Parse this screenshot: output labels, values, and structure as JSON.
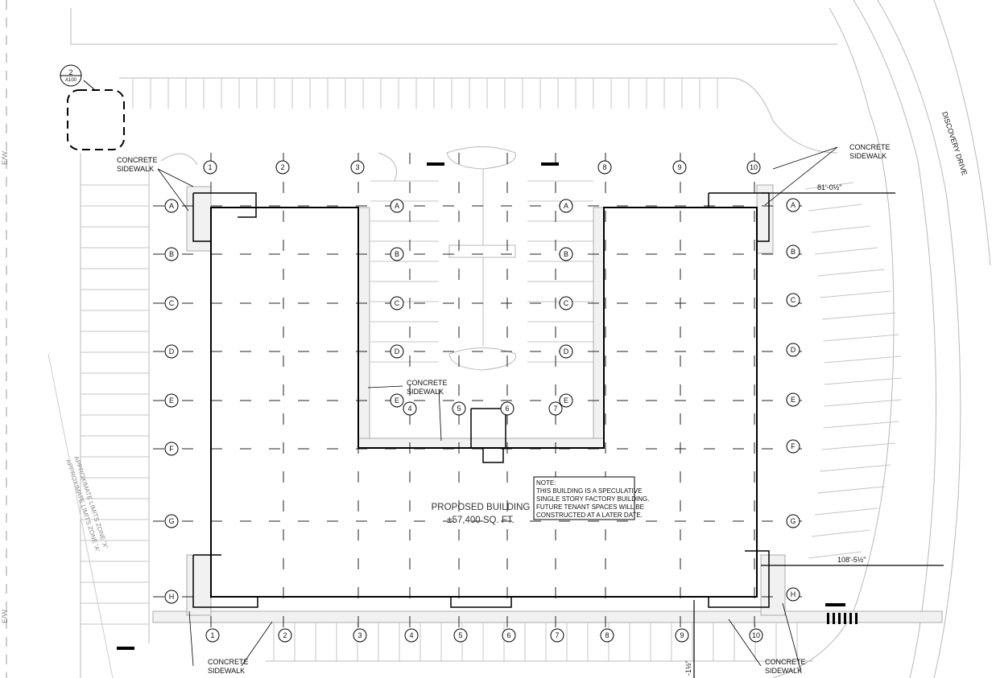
{
  "drawing": {
    "building": {
      "name": "PROPOSED BUILDING",
      "area": "±57,400 SQ. FT."
    },
    "note": {
      "title": "NOTE:",
      "lines": [
        "THIS BUILDING IS A SPECULATIVE",
        "SINGLE STORY FACTORY BUILDING.",
        "FUTURE TENANT SPACES WILL BE",
        "CONSTRUCTED AT A LATER DATE."
      ]
    },
    "sidewalk_label": {
      "line1": "CONCRETE",
      "line2": "SIDEWALK"
    },
    "dimensions": {
      "top_right": "81'-0½\"",
      "bottom_right": "108'-5½\"",
      "bottom": "-1½\""
    },
    "street": "DISCOVERY DRIVE",
    "zones": {
      "x": "APPROXIMATE LIMITS ZONE 'X'",
      "a": "APPROXIMATE LIMITS ZONE 'A'"
    },
    "ew_mark": "E/W",
    "detail_callout": {
      "number": "2",
      "sheet": "A100"
    },
    "grid": {
      "rows": [
        "A",
        "B",
        "C",
        "D",
        "E",
        "F",
        "G",
        "H"
      ],
      "cols": [
        "1",
        "2",
        "3",
        "4",
        "5",
        "6",
        "7",
        "8",
        "9",
        "10"
      ]
    },
    "colors": {
      "line": "#111111",
      "light": "#b5b5b5",
      "concrete": "#f1f1f1"
    }
  }
}
